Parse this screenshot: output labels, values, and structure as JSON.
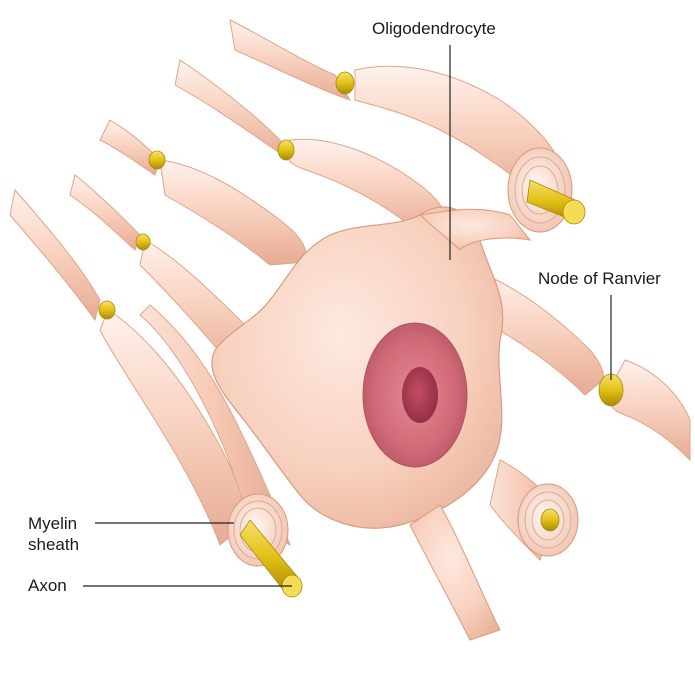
{
  "figure": {
    "labels": {
      "oligodendrocyte": "Oligodendrocyte",
      "node_of_ranvier": "Node of Ranvier",
      "myelin_line1": "Myelin",
      "myelin_line2": "sheath",
      "axon": "Axon"
    },
    "colors": {
      "background": "#ffffff",
      "sheath_light": "#fde6db",
      "sheath_mid": "#f7cbb8",
      "sheath_dark": "#e3a58d",
      "axon_yellow": "#e8c81a",
      "axon_dark": "#b8990a",
      "nucleus": "#d4707c",
      "nucleolus": "#a63a4c",
      "leader_line": "#222222"
    }
  }
}
